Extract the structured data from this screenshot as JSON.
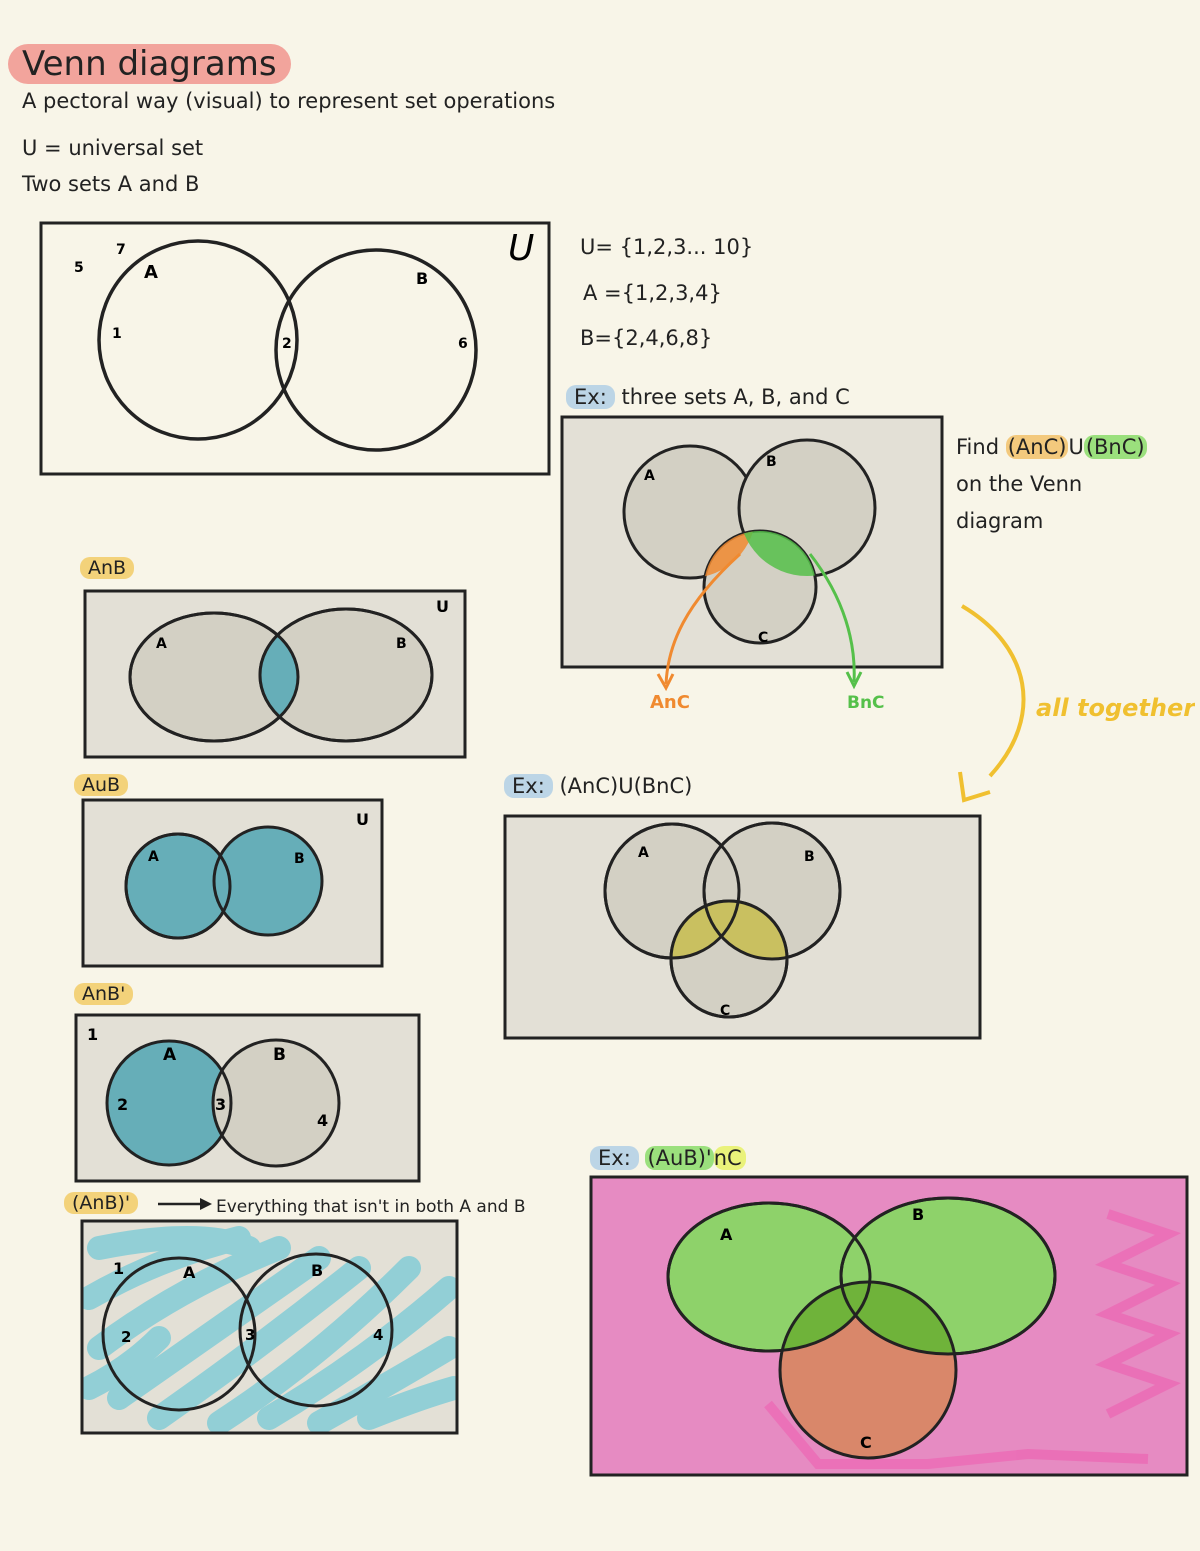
{
  "title": "Venn diagrams",
  "subtitle": "A pectoral way (visual) to represent set operations",
  "universal_def": "U = universal set",
  "two_sets": "Two sets A and B",
  "diagram1": {
    "u_label": "U",
    "a_label": "A",
    "b_label": "B",
    "elem_outside_1": "5",
    "elem_outside_2": "7",
    "elem_a": "1",
    "elem_mid": "2",
    "elem_b": "6"
  },
  "sets": {
    "u": "U= {1,2,3... 10}",
    "a": "A ={1,2,3,4}",
    "b": "B={2,4,6,8}"
  },
  "ex1": {
    "prefix": "Ex:",
    "text": "three sets A, B, and C",
    "a": "A",
    "b": "B",
    "c": "C",
    "anc_label": "AnC",
    "bnc_label": "BnC"
  },
  "find": {
    "find_word": "Find",
    "part1": "(AnC)",
    "union": "U",
    "part2": "(BnC)",
    "line2": "on the Venn",
    "line3": "diagram"
  },
  "all_together": "all together",
  "anb": {
    "label": "AnB",
    "u": "U",
    "a": "A",
    "b": "B"
  },
  "aub": {
    "label": "AuB",
    "u": "U",
    "a": "A",
    "b": "B"
  },
  "anb_prime": {
    "label": "AnB'",
    "u": "1",
    "a": "A",
    "b": "B",
    "e2": "2",
    "e3": "3",
    "e4": "4"
  },
  "anb_paren_prime": {
    "label": "(AnB)'",
    "explanation": "Everything that isn't in both A and B",
    "u": "1",
    "a": "A",
    "b": "B",
    "e2": "2",
    "e3": "3",
    "e4": "4"
  },
  "ex2": {
    "prefix": "Ex:",
    "text": "(AnC)U(BnC)",
    "a": "A",
    "b": "B",
    "c": "C"
  },
  "ex3": {
    "prefix": "Ex:",
    "part1": "(AuB)'",
    "part2": "nC",
    "a": "A",
    "b": "B",
    "c": "C"
  },
  "colors": {
    "teal": "#66aeb8",
    "gray_fill": "#e3e0d6",
    "orange": "#f08a30",
    "green": "#55c04a",
    "yellow": "#f0c030",
    "pink": "#e68bc2",
    "lime": "#8ed26a"
  }
}
